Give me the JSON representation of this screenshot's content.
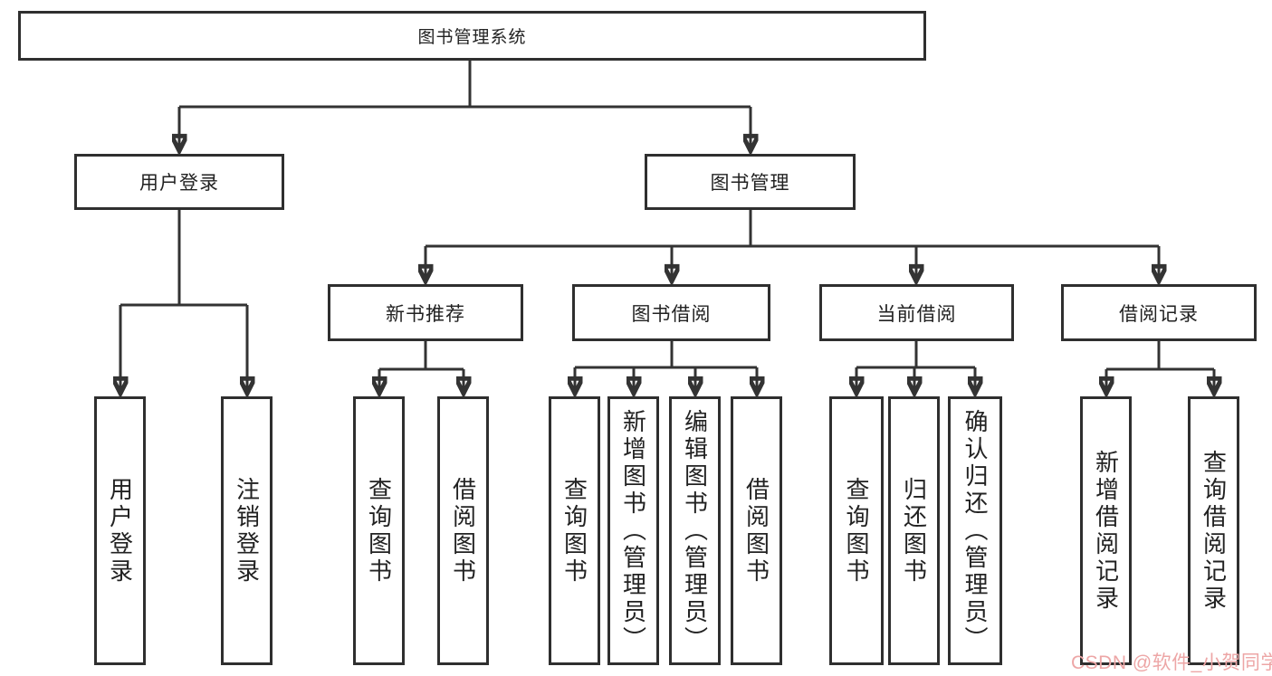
{
  "colors": {
    "line": "#333333",
    "box_border": "#2f2f2f",
    "text": "#222222",
    "watermark": "#eda6a6",
    "background": "#ffffff"
  },
  "nodes": {
    "root": "图书管理系统",
    "user_login": {
      "label": "用户登录",
      "children": [
        "用户登录",
        "注销登录"
      ]
    },
    "book_management": {
      "label": "图书管理"
    },
    "new_book_recommend": {
      "label": "新书推荐",
      "children": [
        "查询图书",
        "借阅图书"
      ]
    },
    "book_borrow": {
      "label": "图书借阅",
      "children": [
        "查询图书",
        "新增图书（管理员）",
        "编辑图书（管理员）",
        "借阅图书"
      ]
    },
    "current_borrow": {
      "label": "当前借阅",
      "children": [
        "查询图书",
        "归还图书",
        "确认归还（管理员）"
      ]
    },
    "borrow_records": {
      "label": "借阅记录",
      "children": [
        "新增借阅记录",
        "查询借阅记录"
      ]
    }
  },
  "watermark": "CSDN @软件_小贺同学"
}
